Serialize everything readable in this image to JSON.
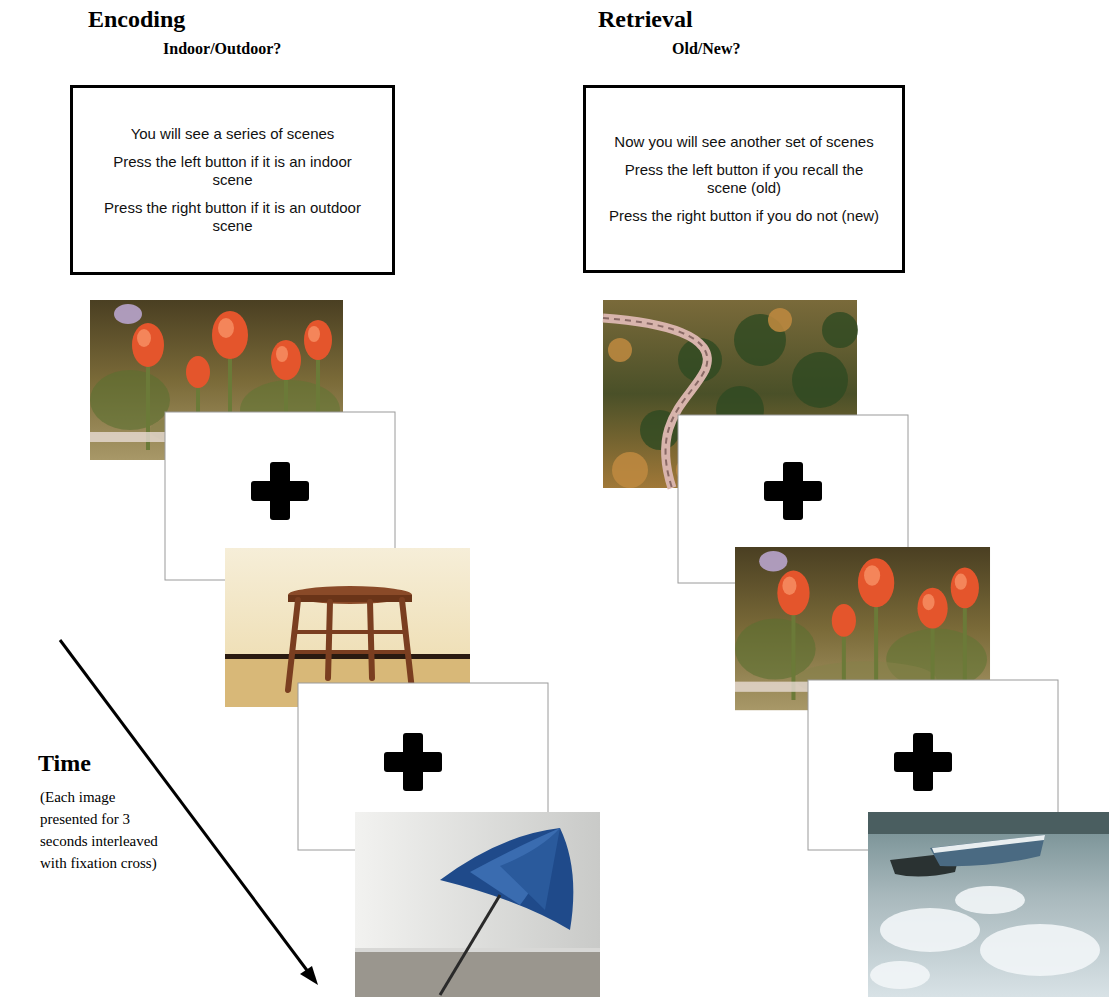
{
  "diagram": {
    "nodes": [
      {
        "text": [
          "You will see a series of scenes",
          "Press the left button if it is an indoor scene",
          "Press the right button if it is an outdoor scene"
        ]
      },
      {
        "text": [
          "Now you will see another set of scenes",
          "Press the left button if you recall the scene (old)",
          "Press the right button if you do not (new)"
        ]
      }
    ],
    "labels": [
      "Encoding",
      "Indoor/Outdoor?",
      "Retrieval",
      "Old/New?",
      "Time",
      "(Each image presented for 3 seconds interleaved with fixation cross)"
    ]
  }
}
